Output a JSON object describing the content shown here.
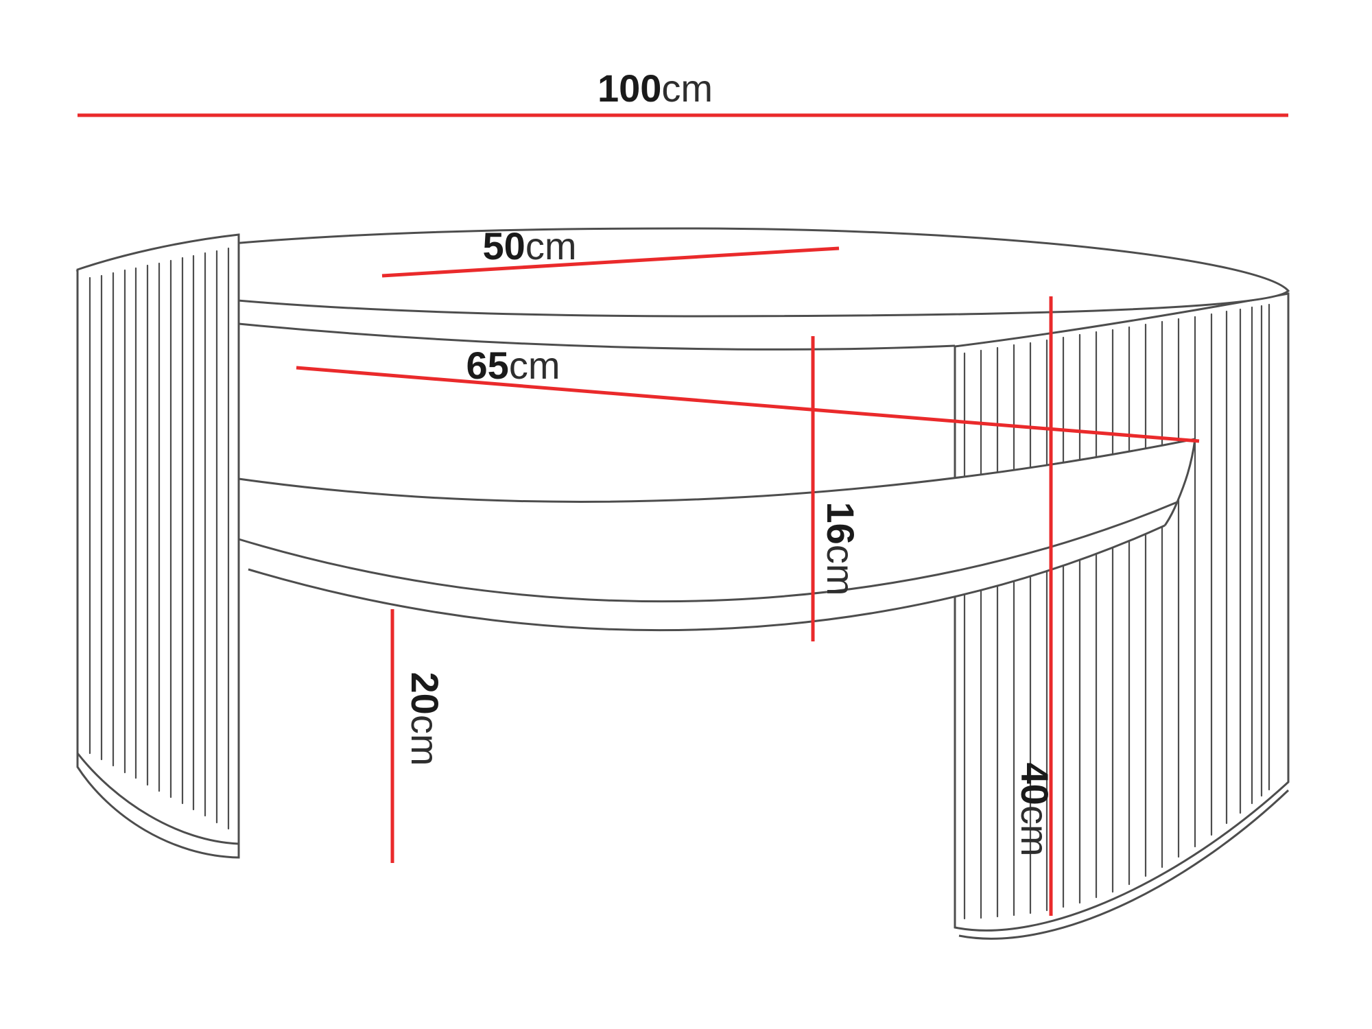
{
  "drawing": {
    "subject": "Oval coffee table with fluted side panels and lower shelf — dimension diagram",
    "colors": {
      "dimension_line": "#ea2a2b",
      "artwork_line": "#4d4d4d",
      "label_text": "#1a1a1a",
      "background": "#ffffff"
    }
  },
  "dimensions": {
    "width": {
      "value": "100",
      "unit": "cm"
    },
    "depth": {
      "value": "50",
      "unit": "cm"
    },
    "inner_width": {
      "value": "65",
      "unit": "cm"
    },
    "shelf_gap": {
      "value": "16",
      "unit": "cm"
    },
    "under_shelf_clearance": {
      "value": "20",
      "unit": "cm"
    },
    "total_height": {
      "value": "40",
      "unit": "cm"
    }
  }
}
